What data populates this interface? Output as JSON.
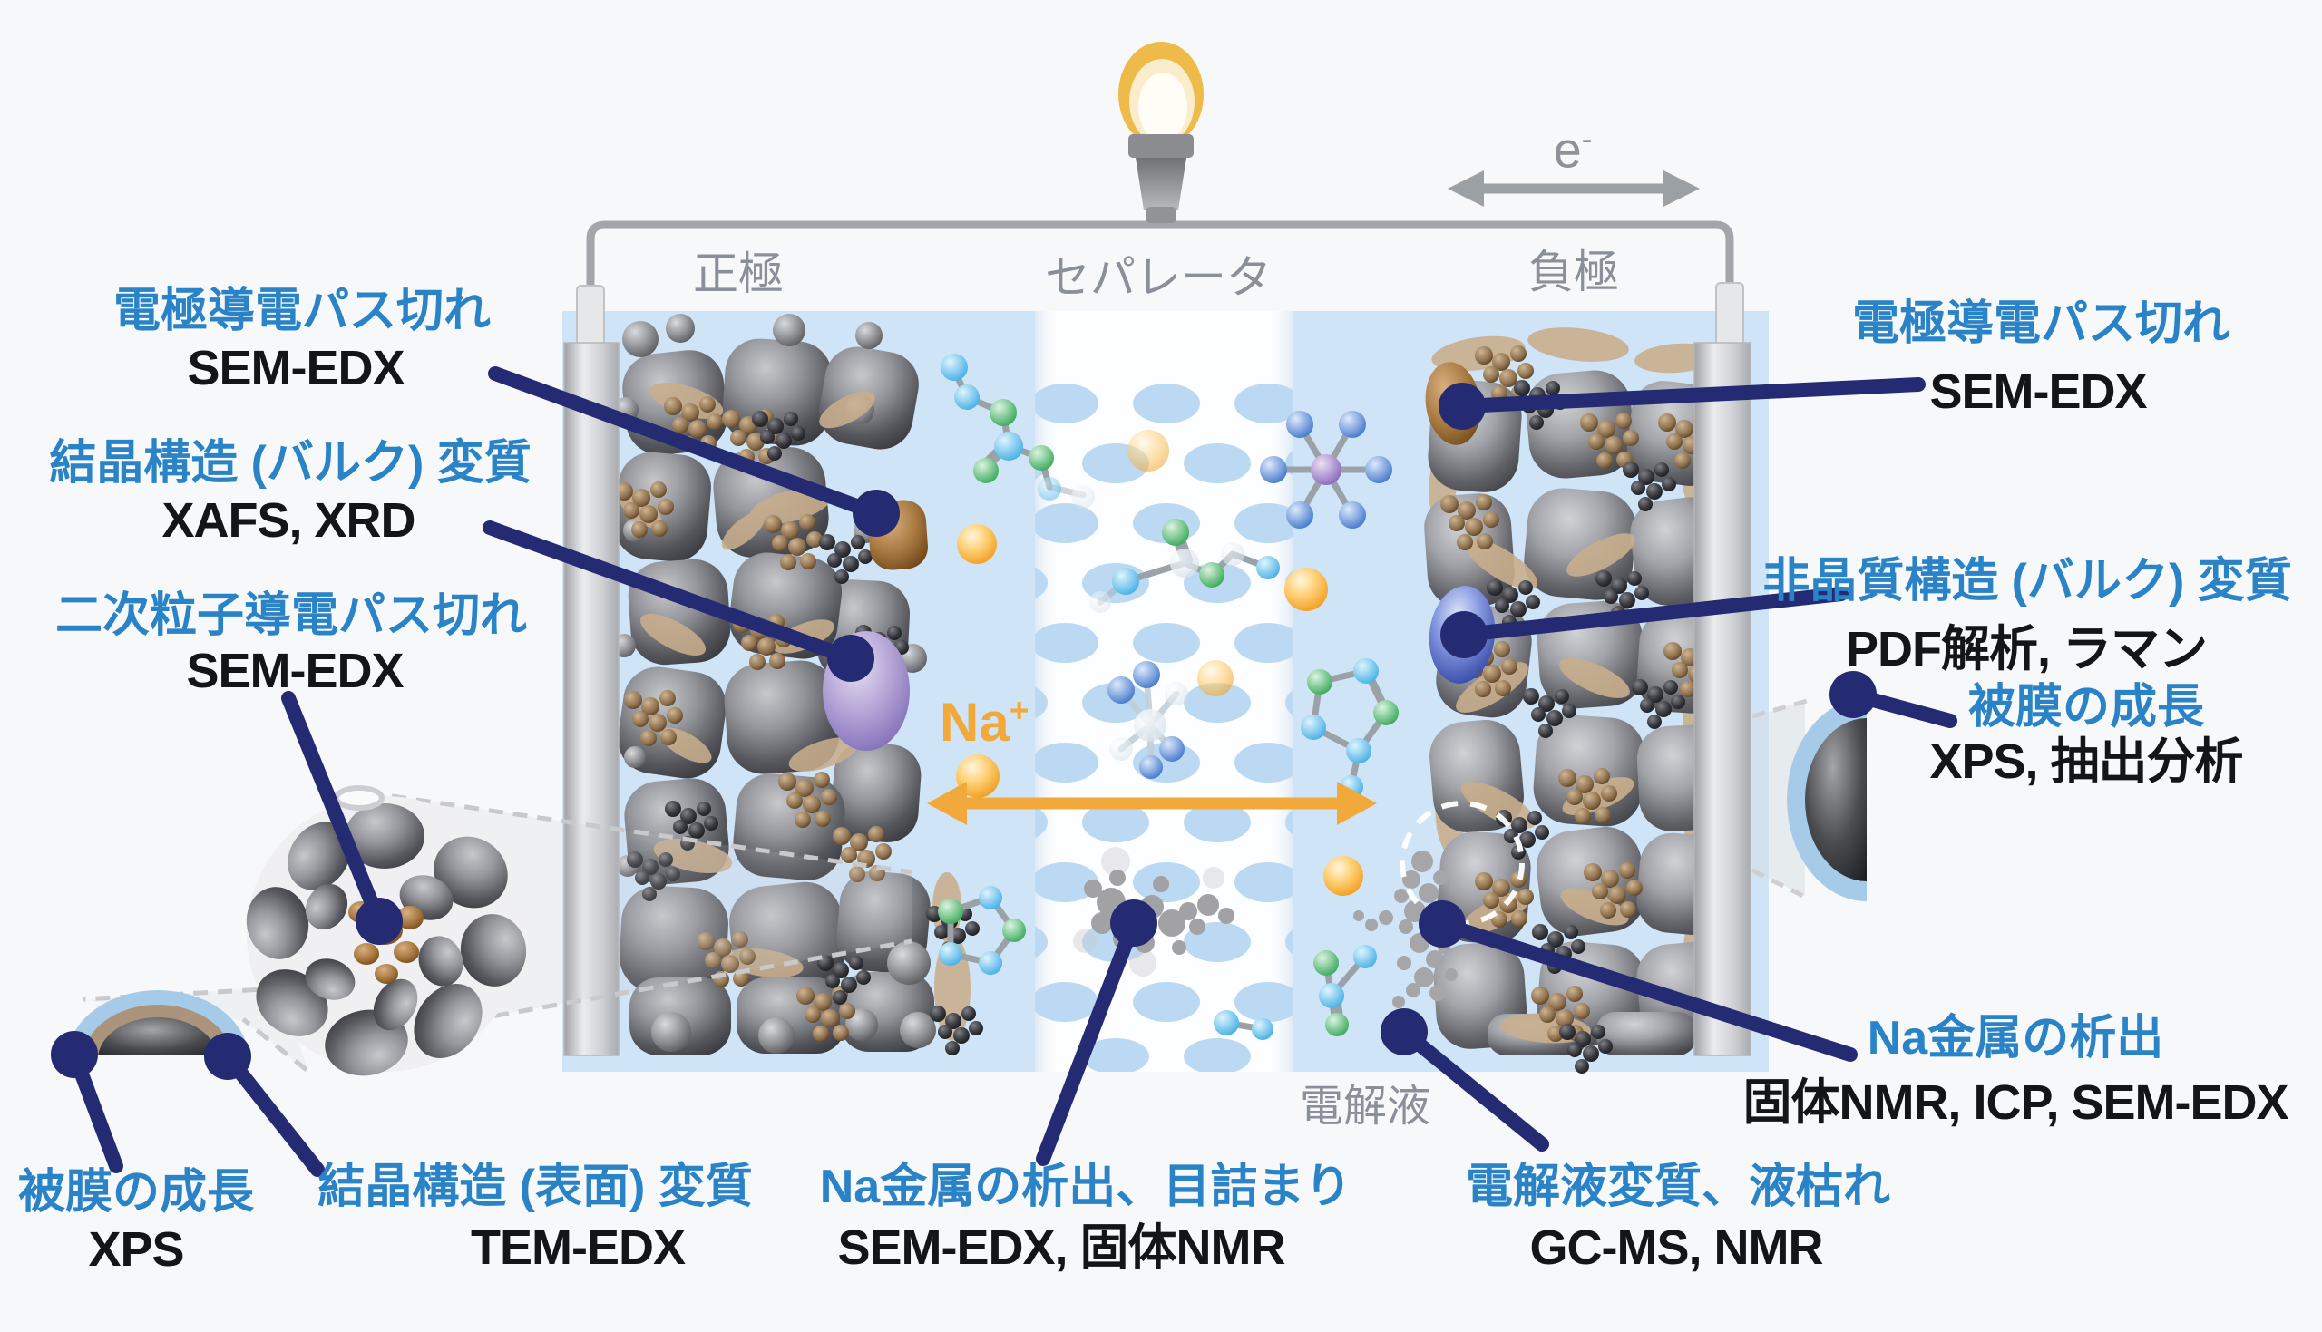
{
  "cell": {
    "cathode_label": "正極",
    "separator_label": "セパレータ",
    "anode_label": "負極",
    "electrolyte_label": "電解液",
    "na_ion_base": "Na",
    "na_ion_sup": "+",
    "electron_base": "e",
    "electron_sup": "-"
  },
  "annotations": {
    "cathode_conductive_path": {
      "issue": "電極導電パス切れ",
      "methods": "SEM-EDX"
    },
    "bulk_crystal": {
      "issue": "結晶構造 (バルク) 変質",
      "methods": "XAFS, XRD"
    },
    "secondary_particle": {
      "issue": "二次粒子導電パス切れ",
      "methods": "SEM-EDX"
    },
    "film_growth_left": {
      "issue": "被膜の成長",
      "methods": "XPS"
    },
    "surface_crystal": {
      "issue": "結晶構造 (表面) 変質",
      "methods": "TEM-EDX"
    },
    "separator_clog": {
      "issue": "Na金属の析出、目詰まり",
      "methods": "SEM-EDX, 固体NMR"
    },
    "electrolyte_degradation": {
      "issue": "電解液変質、液枯れ",
      "methods": "GC-MS, NMR"
    },
    "anode_conductive_path": {
      "issue": "電極導電パス切れ",
      "methods": "SEM-EDX"
    },
    "amorphous_bulk": {
      "issue": "非晶質構造 (バルク) 変質",
      "methods": "PDF解析, ラマン"
    },
    "film_growth_right": {
      "issue": "被膜の成長",
      "methods": "XPS, 抽出分析"
    },
    "na_deposition": {
      "issue": "Na金属の析出",
      "methods": "固体NMR, ICP, SEM-EDX"
    }
  },
  "colors": {
    "issue_blue": "#2b83c7",
    "method_black": "#141518",
    "pointer_navy": "#252b72",
    "orange_accent": "#f2a93b",
    "electrolyte_blue": "#cfe4f7",
    "pore_blue": "#bcd9f3",
    "wire_gray": "#a2a6ab",
    "label_gray": "#8a9099"
  }
}
